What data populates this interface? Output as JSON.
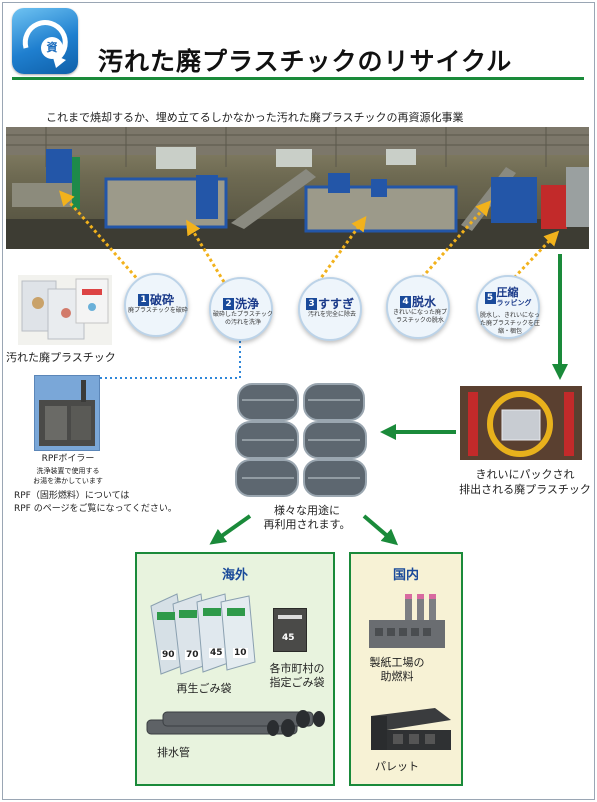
{
  "header": {
    "title": "汚れた廃プラスチックのリサイクル",
    "logo_text": "資",
    "icon": "recycle-arrow-icon"
  },
  "subtitle": "これまで焼却するか、埋め立てるしかなかった汚れた廃プラスチックの再資源化事業",
  "steps": [
    {
      "num": "1",
      "name": "破砕",
      "desc": "廃プラスチックを破砕"
    },
    {
      "num": "2",
      "name": "洗浄",
      "desc": "破砕したプラスチックの汚れを洗浄"
    },
    {
      "num": "3",
      "name": "すすぎ",
      "desc": "汚れを完全に除去"
    },
    {
      "num": "4",
      "name": "脱水",
      "desc": "きれいになった廃プラスチックの脱水"
    },
    {
      "num": "5",
      "name": "圧縮",
      "name_sub": "ラッピング",
      "desc": "脱水し、きれいになった廃プラスチックを圧縮・梱包"
    }
  ],
  "dirty_plastic_label": "汚れた廃プラスチック",
  "boiler": {
    "label": "RPFボイラー",
    "desc_line1": "洗浄装置で使用する",
    "desc_line2": "お湯を沸かしています"
  },
  "rpf_note": {
    "line1": "RPF（固形燃料）については",
    "line2": "RPF のページをご覧になってください。"
  },
  "packed_caption": {
    "line1": "きれいにパックされ",
    "line2": "排出される廃プラスチック"
  },
  "reuse_caption": {
    "line1": "様々な用途に",
    "line2": "再利用されます。"
  },
  "overseas": {
    "title": "海外",
    "items": {
      "bags": "再生ごみ袋",
      "designated_line1": "各市町村の",
      "designated_line2": "指定ごみ袋",
      "pipe": "排水管"
    },
    "bag_numbers": [
      "90",
      "70",
      "45",
      "10"
    ],
    "designated_bag_number": "45"
  },
  "domestic": {
    "title": "国内",
    "items": {
      "fuel_line1": "製紙工場の",
      "fuel_line2": "助燃料",
      "pallet": "パレット"
    }
  },
  "colors": {
    "accent_green": "#1a8a3a",
    "step_blue": "#1a4a9a",
    "dotted_arrow": "#f2b21c",
    "overseas_bg": "#e8f3de",
    "domestic_bg": "#f7f2d5"
  }
}
